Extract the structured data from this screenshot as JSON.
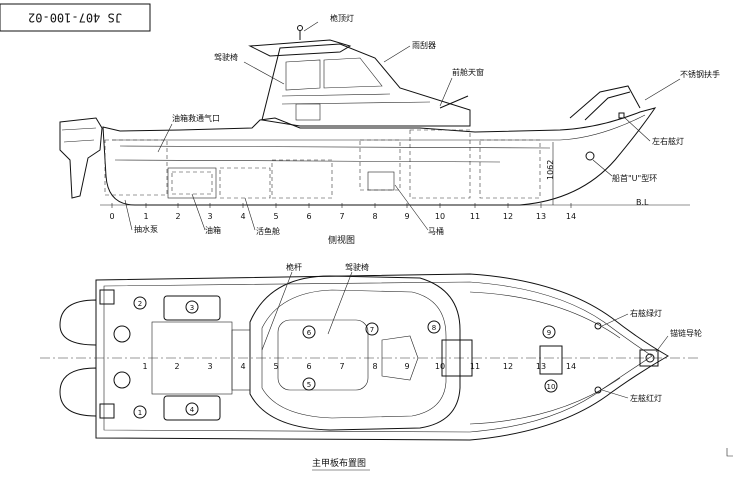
{
  "drawing_number": "JS 407-100-02",
  "side_view": {
    "title": "侧视图",
    "labels": {
      "top_light": "桅顶灯",
      "wiper": "雨刮器",
      "helm_seat": "驾驶椅",
      "fuel_vent": "油箱救通气口",
      "sunroof": "前舱天窗",
      "handrail": "不锈钢扶手",
      "nav_light": "左右舷灯",
      "u_ring": "船首\"U\"型环",
      "bilge_pump": "抽水泵",
      "fuel_tank": "油箱",
      "live_well": "活鱼舱",
      "toilet": "马桶"
    },
    "stations": [
      "0",
      "1",
      "2",
      "3",
      "4",
      "5",
      "6",
      "7",
      "8",
      "9",
      "10",
      "11",
      "12",
      "13",
      "14"
    ],
    "baseline": "B.L",
    "dimension": "1062"
  },
  "plan_view": {
    "title": "主甲板布置图",
    "labels": {
      "mast": "桅杆",
      "helm_seat": "驾驶椅",
      "port_green": "右舷绿灯",
      "anchor_roller": "锚链导轮",
      "port_red": "左舷红灯"
    },
    "circled": [
      "1",
      "2",
      "3",
      "4",
      "5",
      "6",
      "7",
      "8",
      "9",
      "10"
    ],
    "stations": [
      "1",
      "2",
      "3",
      "4",
      "5",
      "6",
      "7",
      "8",
      "9",
      "10",
      "11",
      "12",
      "13",
      "14"
    ]
  }
}
